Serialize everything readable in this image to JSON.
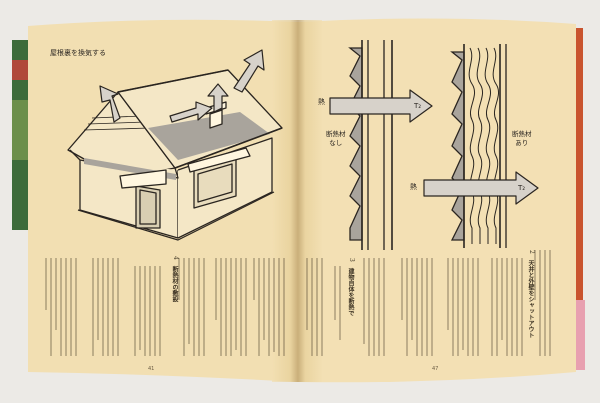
{
  "left_page": {
    "illustration_caption": "屋根裏を換気する",
    "page_number": "41",
    "section_4_number": "4",
    "section_4_title": "断熱材の敷設"
  },
  "right_page": {
    "label_heat_1": "熱",
    "label_heat_2": "熱",
    "label_without_insulation": [
      "断熱材",
      "なし"
    ],
    "label_with_insulation": [
      "断熱材",
      "あり"
    ],
    "page_number": "47",
    "section_2_number": "2",
    "section_2_title": "天井と外壁をシャットアウト",
    "section_3_number": "3",
    "section_3_title": "建物自体を断熱で"
  },
  "colors": {
    "paper": "#f2dfb2",
    "ink": "#2a2520",
    "arrow_fill": "#d7d2ca",
    "gray_fill": "#a9a49c",
    "spine_shadow": "#b89a62"
  }
}
